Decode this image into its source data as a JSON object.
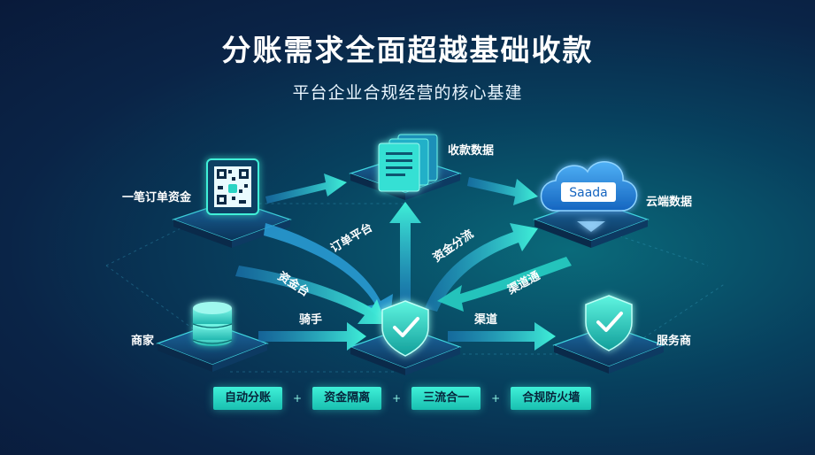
{
  "header": {
    "title": "分账需求全面超越基础收款",
    "subtitle": "平台企业合规经营的核心基建"
  },
  "nodes": {
    "order_funds": "一笔订单资金",
    "collection_data": "收款数据",
    "cloud_data": "云端数据",
    "merchant": "商家",
    "service_provider": "服务商",
    "cloud_logo_text": "Saada"
  },
  "flows": {
    "order_platform": "订单平台",
    "fund_split": "资金分流",
    "fund_platform": "资金台",
    "rider": "骑手",
    "channel": "渠道",
    "channel_2": "渠道通"
  },
  "features": [
    "自动分账",
    "资金隔离",
    "三流合一",
    "合规防火墙"
  ],
  "colors": {
    "accent": "#36e6d0",
    "accent_dark": "#19bfb0",
    "platform": "#0f4a78",
    "cloud": "#1e88e5"
  }
}
